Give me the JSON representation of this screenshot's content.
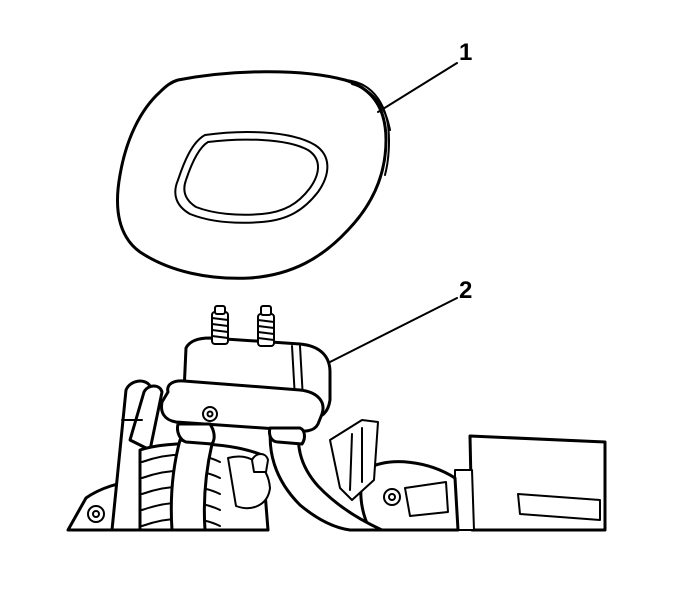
{
  "callouts": {
    "one": "1",
    "two": "2"
  },
  "parts": [
    {
      "callout": "1",
      "drawing": "seal"
    },
    {
      "callout": "2",
      "drawing": "hose-and-connector-assembly"
    }
  ],
  "colors": {
    "line": "#000000",
    "background": "#ffffff"
  }
}
